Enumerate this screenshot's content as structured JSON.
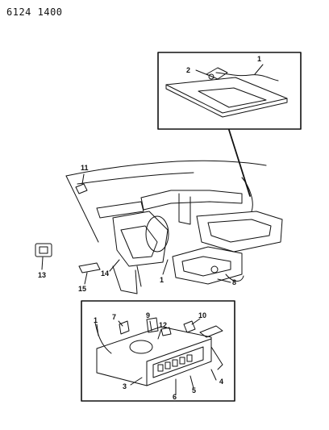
{
  "header": {
    "part_number": "6124 1400"
  },
  "callouts": {
    "inset_top": [
      "1",
      "2"
    ],
    "main": [
      "11",
      "13",
      "15",
      "14",
      "1",
      "8"
    ],
    "inset_bottom": [
      "1",
      "7",
      "9",
      "12",
      "10",
      "4",
      "5",
      "6",
      "3"
    ]
  }
}
